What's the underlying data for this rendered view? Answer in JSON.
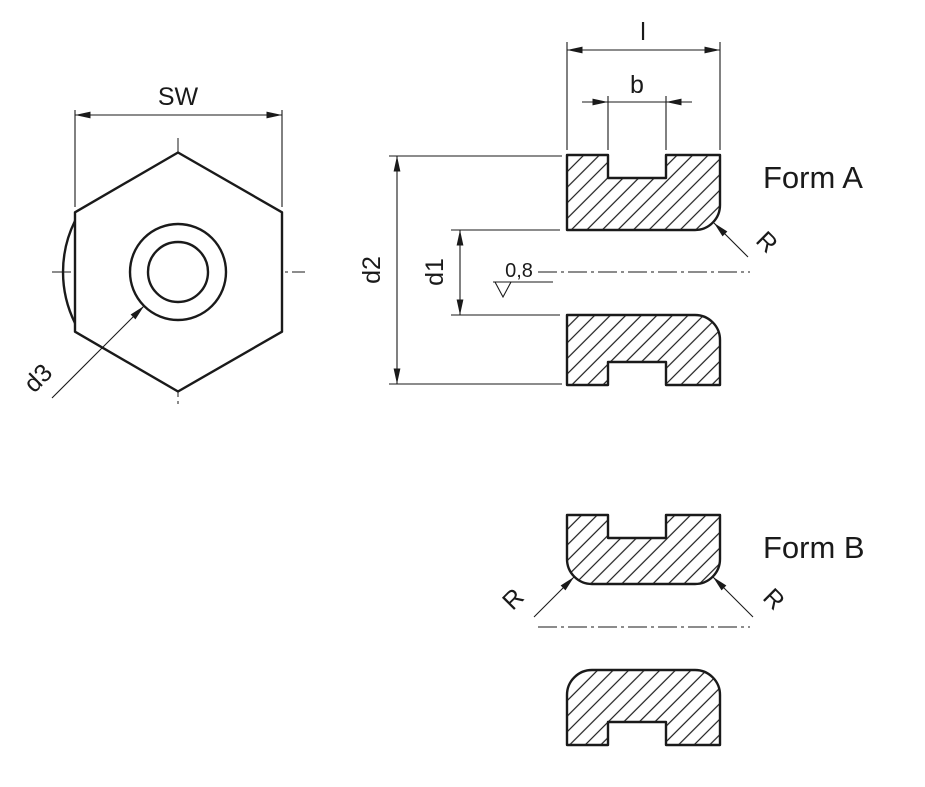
{
  "colors": {
    "line": "#1a1a1a",
    "background": "#ffffff"
  },
  "front_view": {
    "width_across_flats_label": "SW",
    "bore_diameter_label": "d3"
  },
  "section_form_a": {
    "title": "Form A",
    "length_label": "l",
    "groove_width_label": "b",
    "outer_diameter_label": "d2",
    "bore_diameter_label": "d1",
    "surface_roughness_label": "0,8",
    "edge_radius_label": "R"
  },
  "section_form_b": {
    "title": "Form B",
    "edge_radius_left_label": "R",
    "edge_radius_right_label": "R"
  }
}
